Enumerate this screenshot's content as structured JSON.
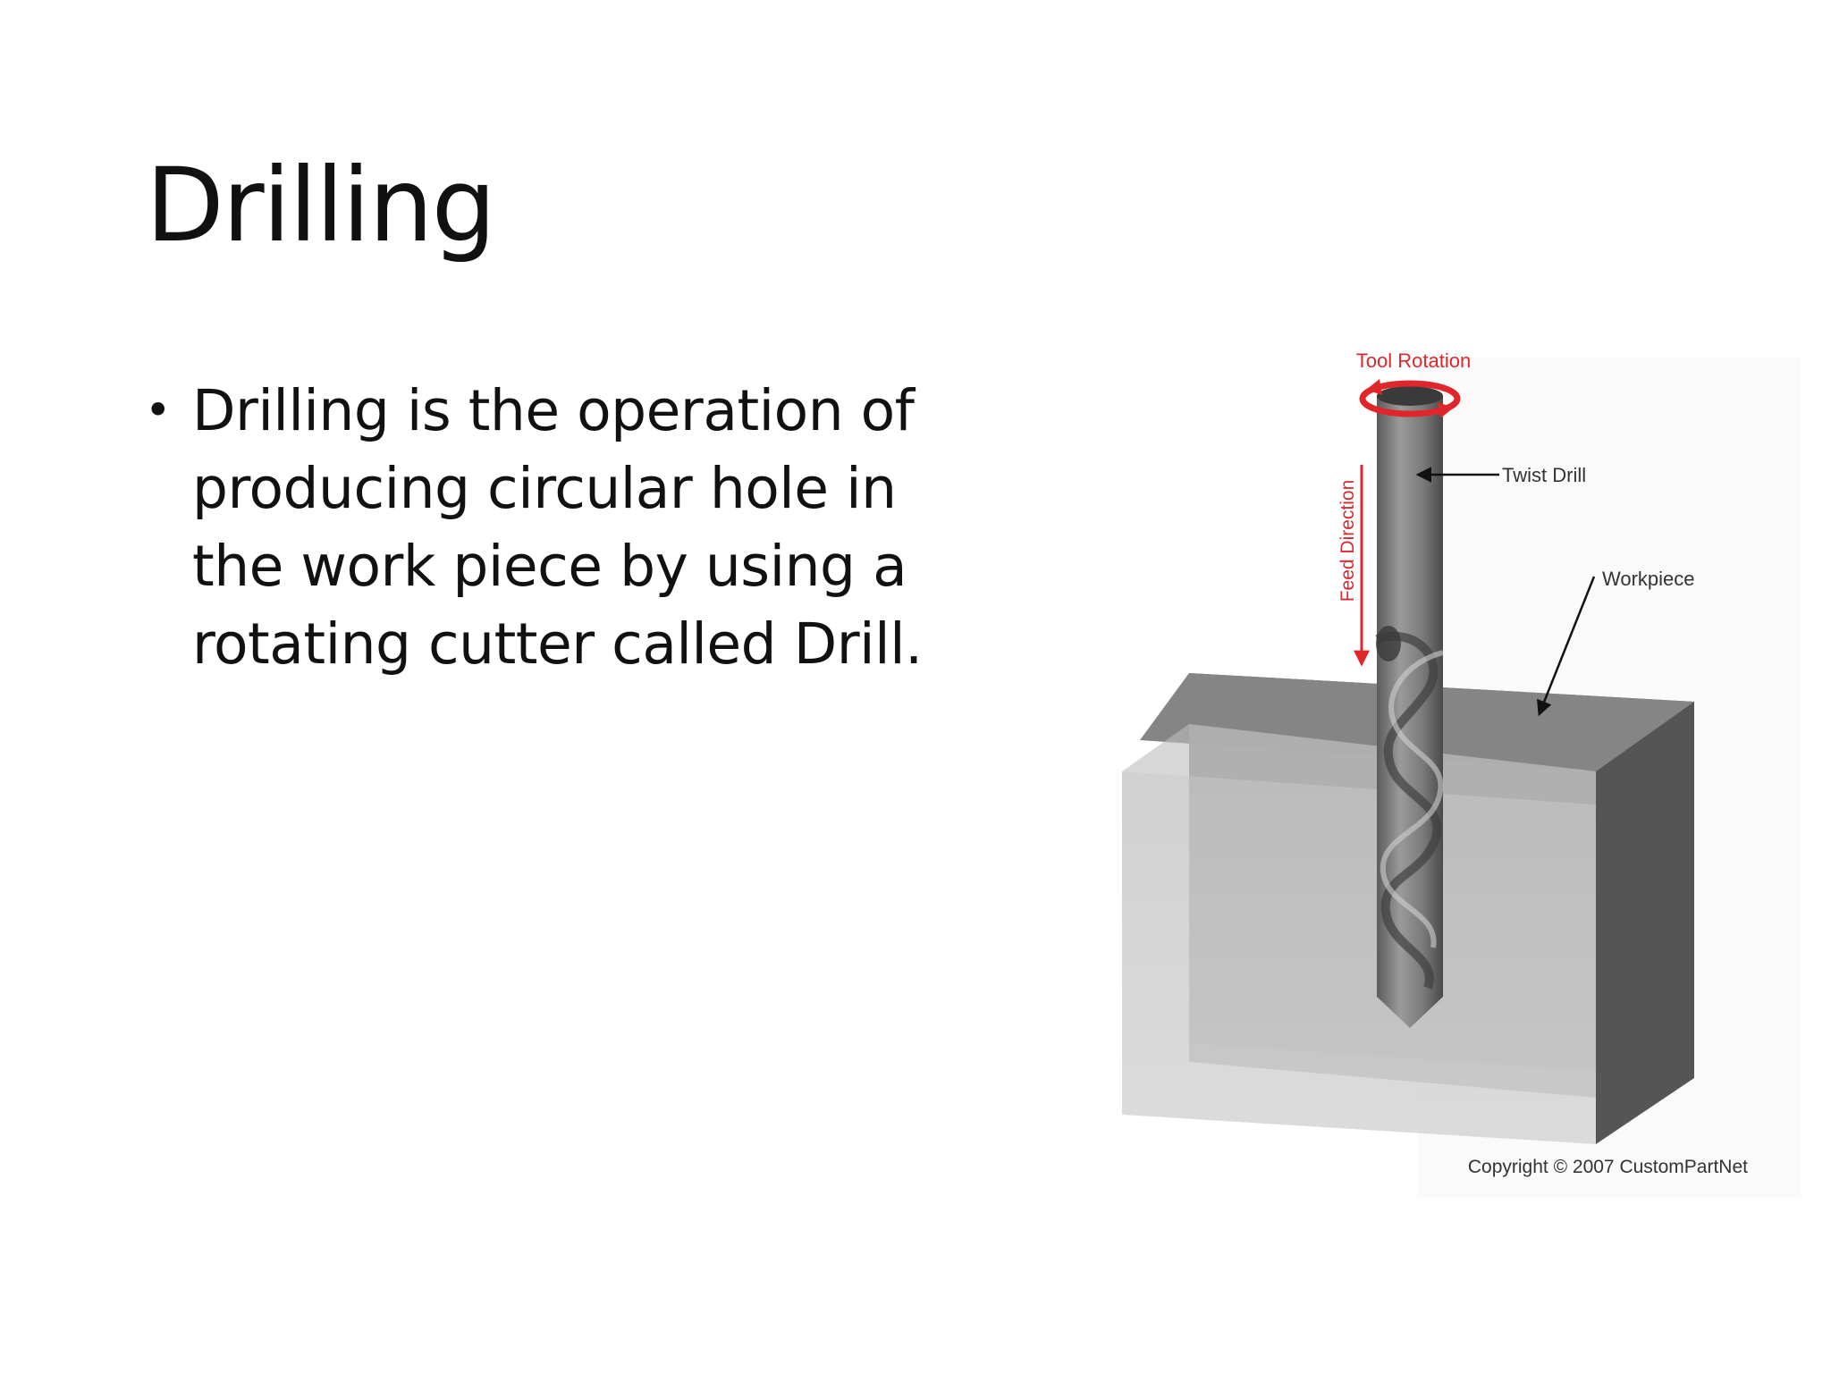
{
  "slide": {
    "title": "Drilling",
    "bullets": [
      {
        "lines": [
          "Drilling is the operation of",
          "producing circular hole in",
          "the work piece by using a",
          "rotating cutter called Drill."
        ]
      }
    ]
  },
  "figure": {
    "labels": {
      "tool_rotation": "Tool Rotation",
      "twist_drill": "Twist Drill",
      "feed_direction": "Feed Direction",
      "workpiece": "Workpiece",
      "copyright": "Copyright © 2007 CustomPartNet"
    },
    "colors": {
      "annotation_red": "#e0262b",
      "label_dark": "#333333"
    }
  }
}
